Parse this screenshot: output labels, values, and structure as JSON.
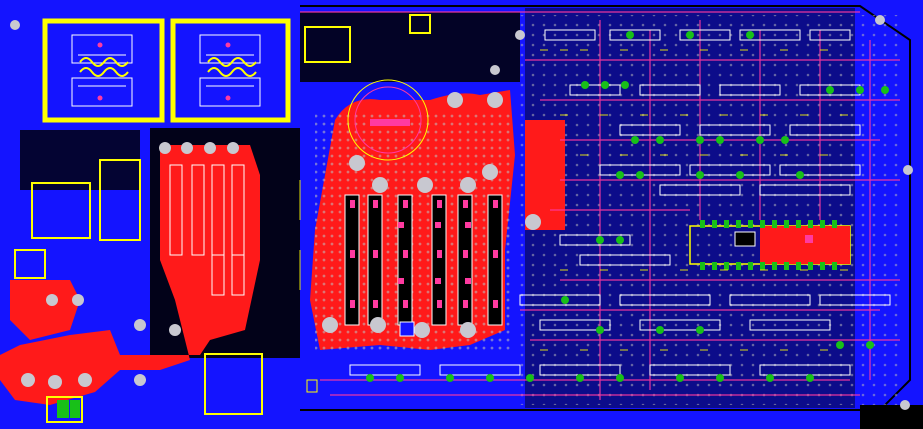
{
  "app": {
    "window_title": ""
  },
  "pcb": {
    "layers": {
      "board_background": "#000000",
      "copper_bottom": "#1414ff",
      "copper_top": "#ff1a1a",
      "silkscreen": "#ffff00",
      "via": "#c0c0c0",
      "pad_green": "#18c018",
      "pad_white": "#ffffff",
      "track_pink": "#ff3aa0"
    },
    "components": [
      {
        "name": "transformer-1",
        "icon": "transformer-icon"
      },
      {
        "name": "transformer-2",
        "icon": "transformer-icon"
      },
      {
        "name": "toroid-ring",
        "icon": "ring-icon"
      },
      {
        "name": "ic-chip",
        "icon": "chip-icon"
      },
      {
        "name": "connector",
        "icon": "connector-icon"
      }
    ]
  }
}
